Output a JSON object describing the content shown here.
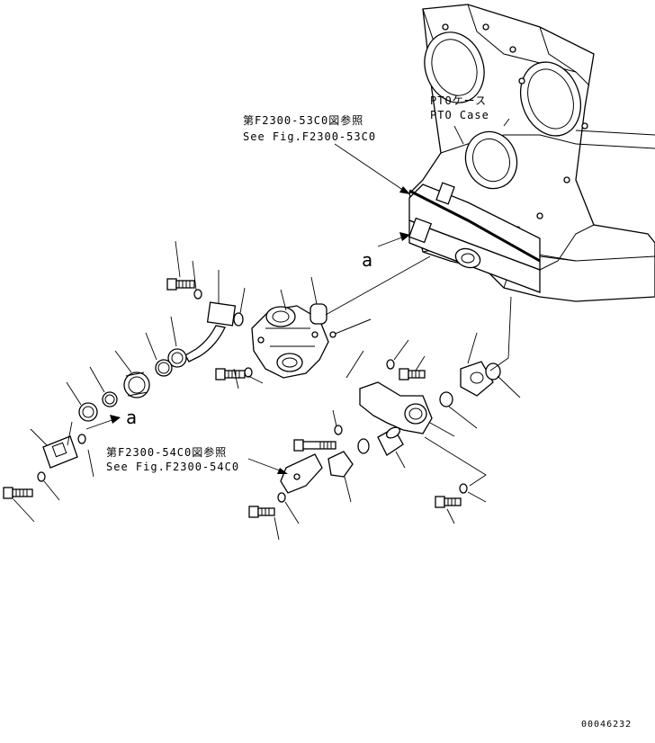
{
  "references": {
    "top_jp": "第F2300-53C0図参照",
    "top_en": "See Fig.F2300-53C0",
    "mid_jp": "第F2300-54C0図参照",
    "mid_en": "See Fig.F2300-54C0"
  },
  "case_label": {
    "jp": "PTOケース",
    "en": "PTO Case"
  },
  "view_markers": {
    "upper": "a",
    "lower": "a"
  },
  "drawing_number": "00046232"
}
